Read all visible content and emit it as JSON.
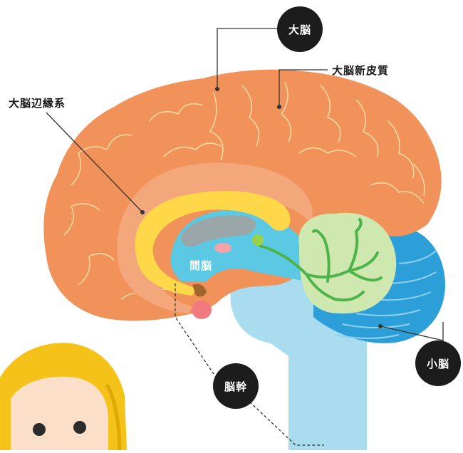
{
  "labels": {
    "cerebrum": "大脳",
    "neocortex": "大脳新皮質",
    "limbic": "大脳辺縁系",
    "diencephalon": "間脳",
    "brainstem": "脳幹",
    "cerebellum": "小脳"
  },
  "colors": {
    "cerebrum": "#f0925a",
    "limbic": "#f4a77a",
    "diencephalon": "#5bc8e4",
    "brainstem": "#a9dcef",
    "cerebellum": "#2c9fd9",
    "arbor": "#cfe8b0",
    "corpus_callosum": "#ffd84a",
    "badge": "#1c1c1c"
  }
}
